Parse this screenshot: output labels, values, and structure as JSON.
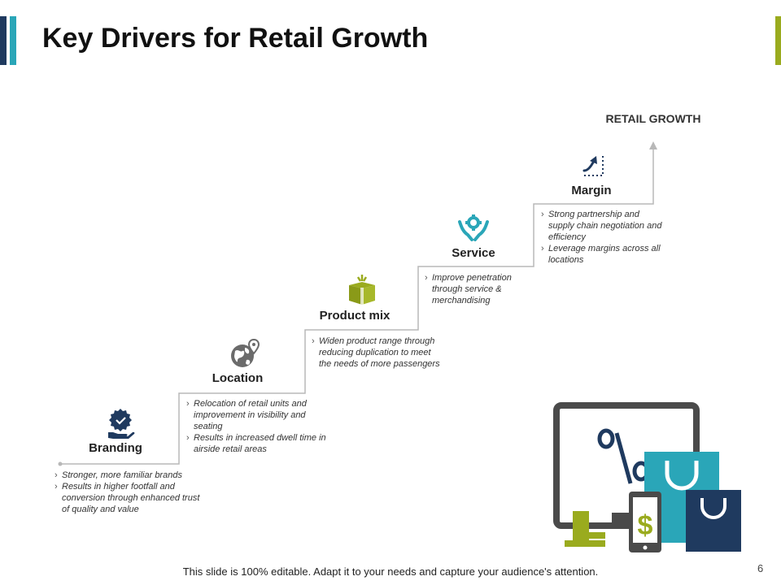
{
  "title": "Key Drivers for Retail Growth",
  "goal_label": "RETAIL GROWTH",
  "steps": [
    {
      "label": "Branding",
      "icon": "hand-badge-icon",
      "bullets": [
        "Stronger, more familiar brands",
        "Results in higher footfall and conversion through enhanced trust of quality and value"
      ]
    },
    {
      "label": "Location",
      "icon": "globe-pin-icon",
      "bullets": [
        "Relocation of retail units and improvement in visibility and seating",
        "Results in increased dwell time in airside retail areas"
      ]
    },
    {
      "label": "Product mix",
      "icon": "gift-box-icon",
      "bullets": [
        "Widen product range through reducing duplication to meet the needs of more passengers"
      ]
    },
    {
      "label": "Service",
      "icon": "hands-gear-icon",
      "bullets": [
        "Improve penetration through service & merchandising"
      ]
    },
    {
      "label": "Margin",
      "icon": "growth-arrow-icon",
      "bullets": [
        "Strong partnership and supply chain negotiation and efficiency",
        "Leverage margins across all locations"
      ]
    }
  ],
  "footer": "This slide is 100% editable. Adapt it to your needs and capture your audience's attention.",
  "page_number": "6",
  "colors": {
    "navy": "#1f3a5f",
    "teal": "#2aa6b8",
    "olive": "#9aab1e",
    "gray": "#555555",
    "stair": "#b0b0b0"
  }
}
